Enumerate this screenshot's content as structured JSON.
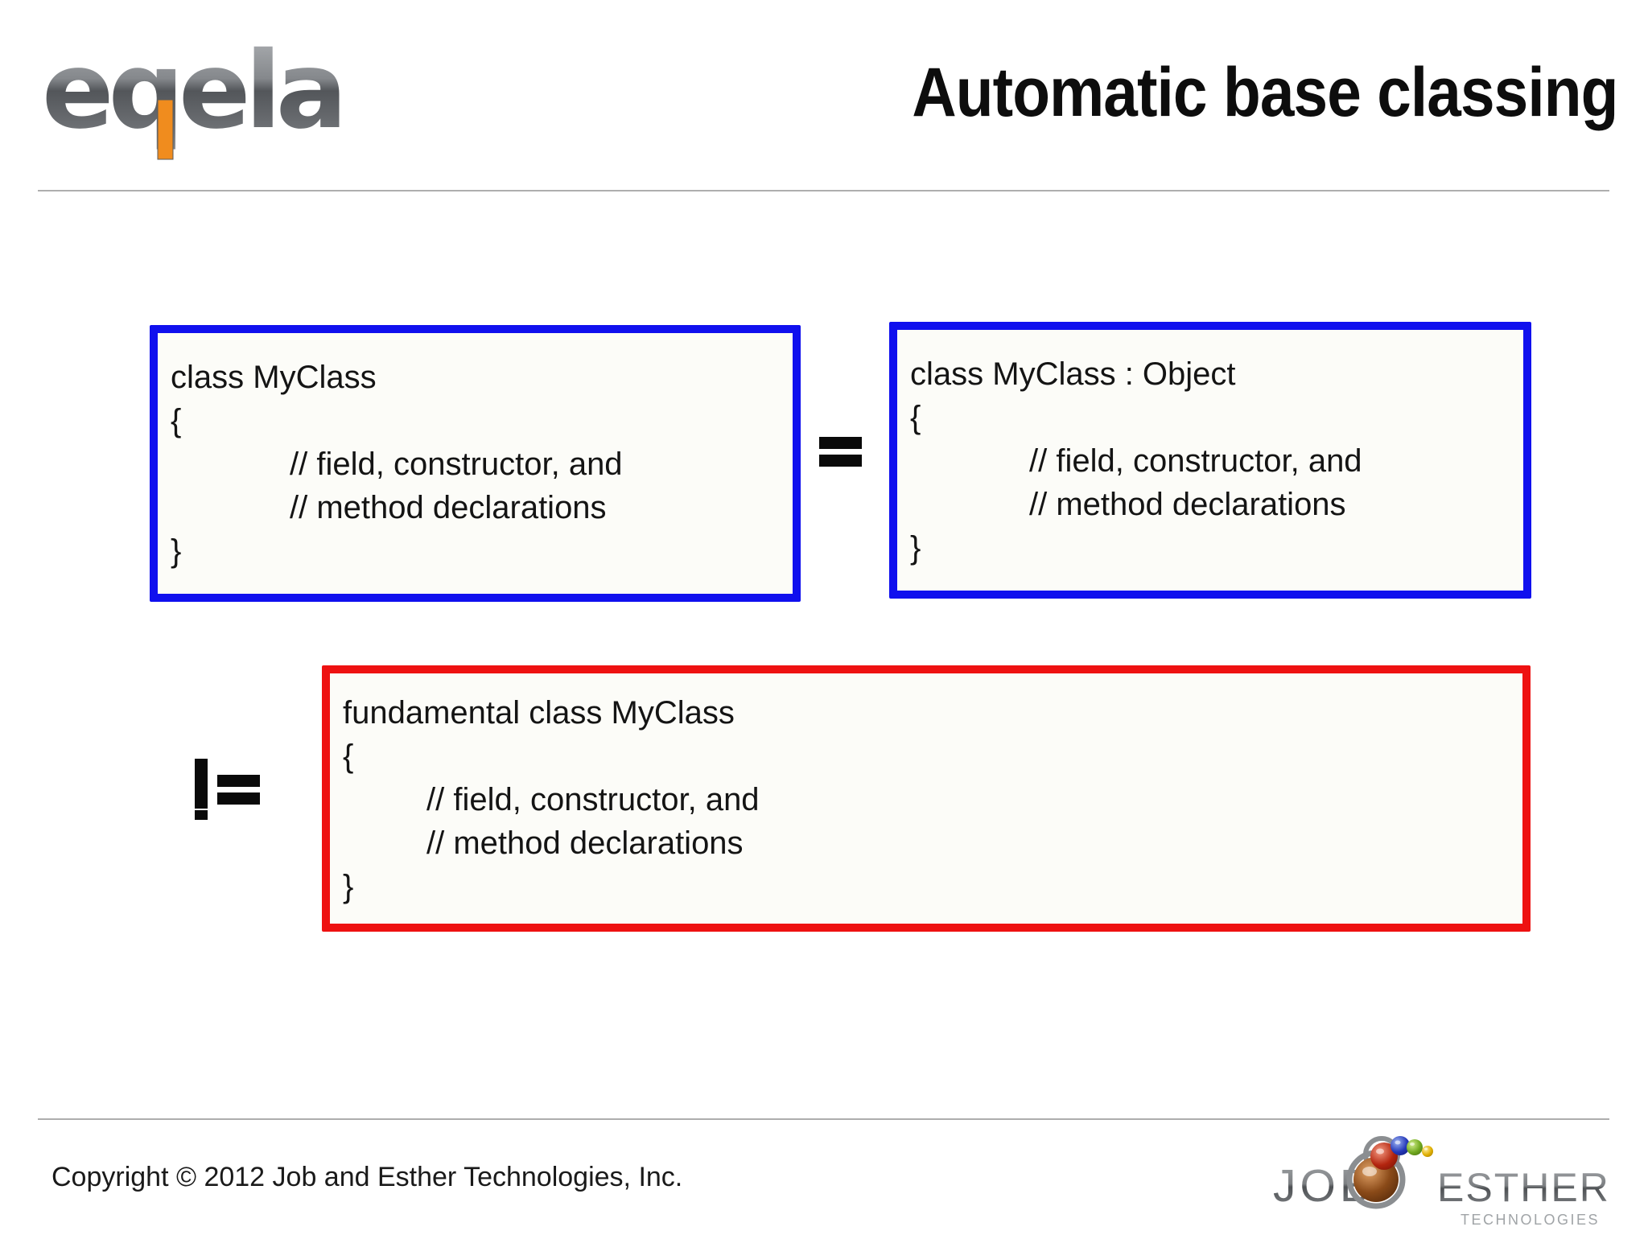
{
  "header": {
    "logo_text": "eqela",
    "title": "Automatic base classing"
  },
  "boxes": {
    "plain": {
      "lines": [
        "class MyClass",
        "{",
        "// field, constructor, and",
        "// method declarations",
        "}"
      ]
    },
    "object": {
      "lines": [
        "class MyClass : Object",
        "{",
        "// field, constructor, and",
        "// method declarations",
        "}"
      ]
    },
    "fundamental": {
      "lines": [
        "fundamental class MyClass",
        "{",
        "// field, constructor, and",
        "// method declarations",
        "}"
      ]
    }
  },
  "operators": {
    "equals": "=",
    "not_equals": "!="
  },
  "footer": {
    "copyright": "Copyright © 2012 Job and Esther Technologies, Inc.",
    "brand": {
      "job": "JOB",
      "esther": "ESTHER",
      "technologies": "TECHNOLOGIES"
    }
  },
  "colors": {
    "blue_border": "#1010ee",
    "red_border": "#ee1111",
    "logo_orange": "#f08c1e",
    "logo_gray": "#7c7f82",
    "sphere_brown": "#8a4a18",
    "sphere_red": "#b3250f",
    "sphere_blue": "#2438b8",
    "sphere_green": "#70a81f",
    "sphere_yellow": "#dfae00"
  }
}
